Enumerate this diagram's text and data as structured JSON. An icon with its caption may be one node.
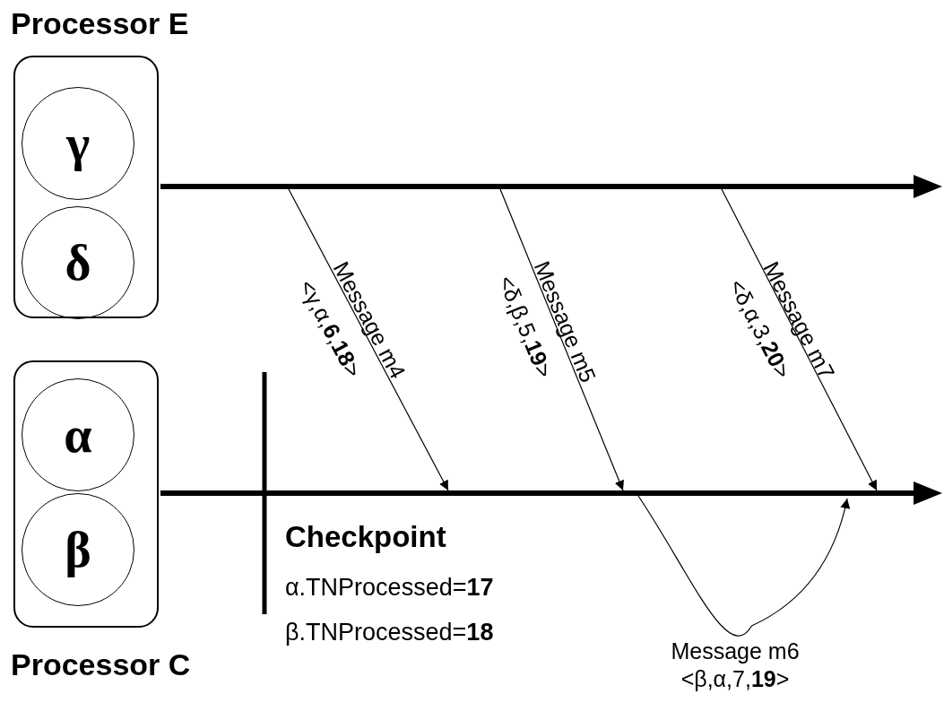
{
  "diagram": {
    "nodes": [
      {
        "text": [
          "Processor E"
        ]
      },
      {
        "text": [
          "γ"
        ],
        "in": 0
      },
      {
        "text": [
          "δ"
        ],
        "in": 0
      },
      {
        "text": [
          "Processor C"
        ]
      },
      {
        "text": [
          "α"
        ],
        "in": 3
      },
      {
        "text": [
          "β"
        ],
        "in": 3
      },
      {
        "text": [],
        "shape": "arrow"
      },
      {
        "text": [],
        "shape": "arrow"
      }
    ],
    "edges": [
      {
        "from": 6,
        "to": 7,
        "arrow": "to",
        "label": "Message m4 <γ,α,**6**,**18**>"
      },
      {
        "from": 6,
        "to": 7,
        "arrow": "to",
        "label": "Message m5 <δ,β,5,**19**>"
      },
      {
        "from": 7,
        "to": 7,
        "arrow": "to",
        "label": "Message m6 <β,α,7,**19**>"
      },
      {
        "from": 6,
        "to": 7,
        "arrow": "to",
        "label": "Message m7 <δ,α,3,**20**>"
      }
    ],
    "labels": [
      "Checkpoint",
      "α.TNProcessed=**17**",
      "β.TNProcessed=**18**"
    ]
  }
}
